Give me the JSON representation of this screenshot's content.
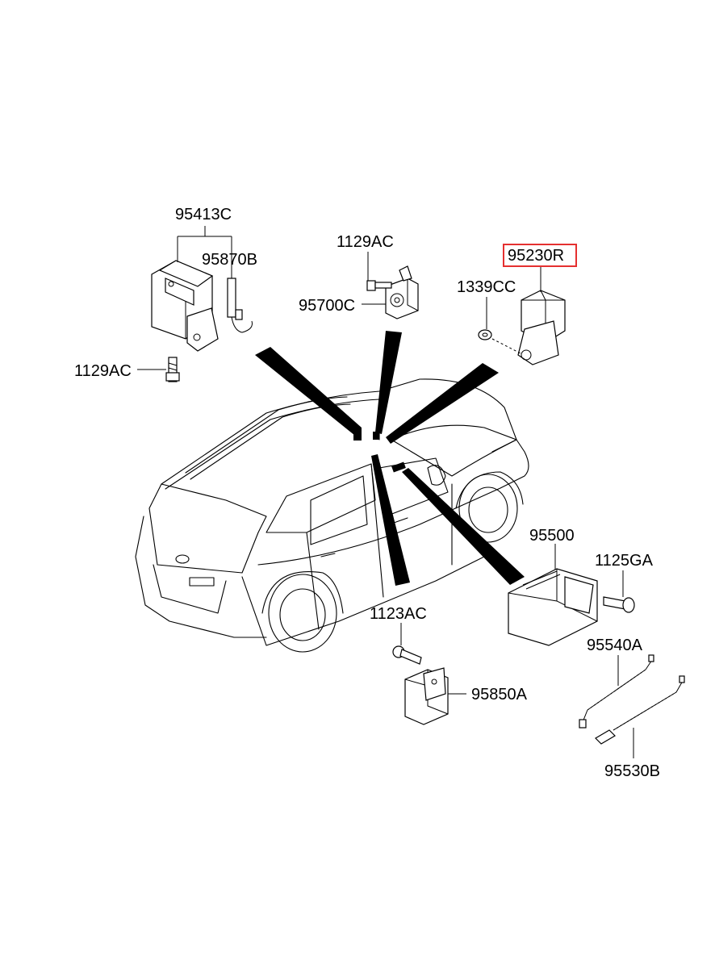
{
  "diagram": {
    "highlighted_part": "95230R",
    "highlight_color": "#e53030",
    "labels": {
      "p95413C": "95413C",
      "p95870B": "95870B",
      "p1129AC_left": "1129AC",
      "p1129AC_top": "1129AC",
      "p95700C": "95700C",
      "p95230R": "95230R",
      "p1339CC": "1339CC",
      "p95500": "95500",
      "p1125GA": "1125GA",
      "p1123AC": "1123AC",
      "p95850A": "95850A",
      "p95540A": "95540A",
      "p95530B": "95530B"
    }
  }
}
